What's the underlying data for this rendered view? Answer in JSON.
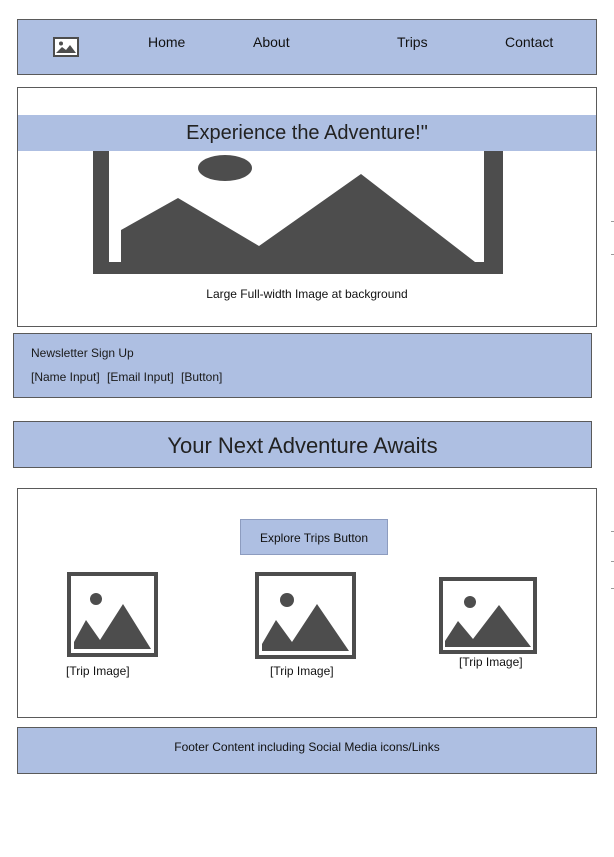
{
  "nav": {
    "logo_icon": "image-icon",
    "links": [
      "Home",
      "About",
      "Trips",
      "Contact"
    ]
  },
  "hero": {
    "banner": "Experience the Adventure!\"",
    "image_icon": "image-icon",
    "caption": "Large Full-width Image at background"
  },
  "newsletter": {
    "title": "Newsletter Sign Up",
    "name_input": "[Name Input]",
    "email_input": "[Email Input]",
    "button": "[Button]"
  },
  "headline": "Your Next Adventure Awaits",
  "trips": {
    "explore_button": "Explore Trips Button",
    "items": [
      {
        "label": "[Trip Image]",
        "icon": "image-icon"
      },
      {
        "label": "[Trip Image]",
        "icon": "image-icon"
      },
      {
        "label": "[Trip Image]",
        "icon": "image-icon"
      }
    ]
  },
  "footer": "Footer Content including Social Media icons/Links",
  "colors": {
    "accent": "#aebfe2",
    "placeholder_gray": "#4d4d4d",
    "border": "#5a5a5a"
  }
}
